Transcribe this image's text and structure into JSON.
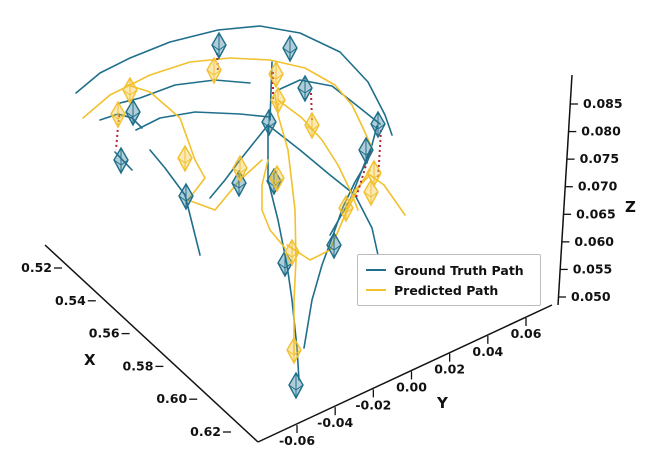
{
  "chart_data": {
    "type": "line3d",
    "axes": {
      "x": {
        "label": "X",
        "ticks": [
          "0.52",
          "0.54",
          "0.56",
          "0.58",
          "0.60",
          "0.62"
        ]
      },
      "y": {
        "label": "Y",
        "ticks": [
          "-0.06",
          "-0.04",
          "-0.02",
          "0.00",
          "0.02",
          "0.04",
          "0.06"
        ]
      },
      "z": {
        "label": "Z",
        "ticks": [
          "0.050",
          "0.055",
          "0.060",
          "0.065",
          "0.070",
          "0.075",
          "0.080",
          "0.085"
        ]
      }
    },
    "series": [
      {
        "name": "Ground Truth Path",
        "color": "#1f6f8b"
      },
      {
        "name": "Predicted Path",
        "color": "#f2c12e"
      }
    ],
    "error_line_color": "#b5243b",
    "legend": "center-right",
    "grid": false
  }
}
